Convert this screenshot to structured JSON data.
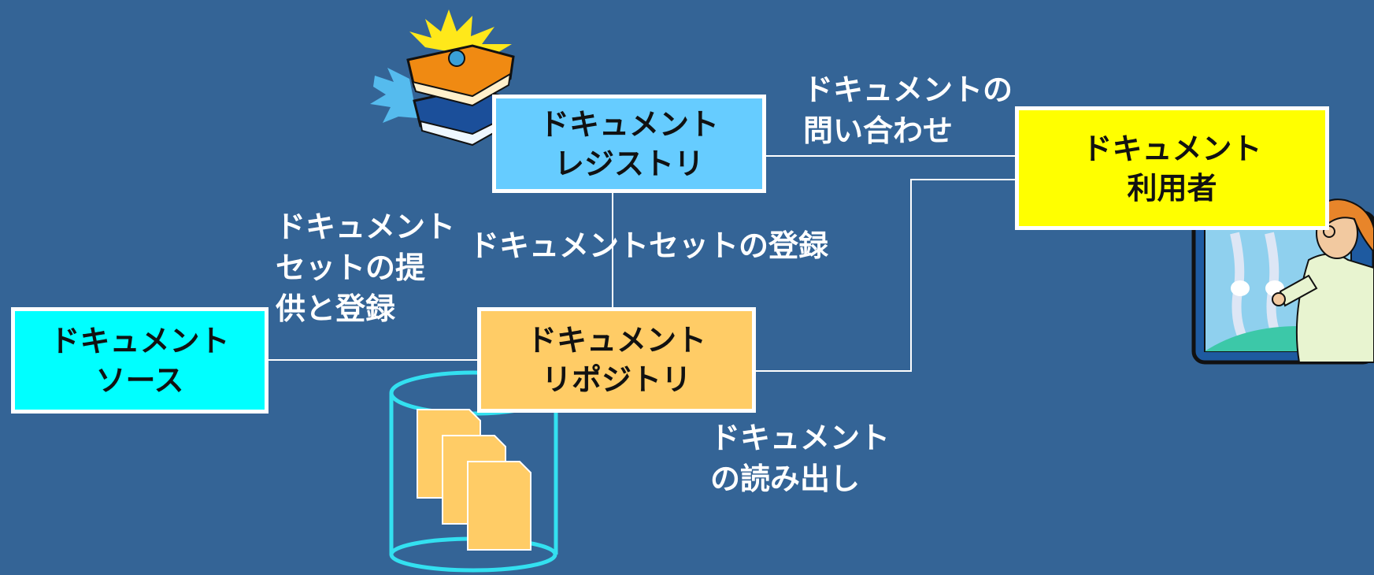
{
  "colors": {
    "background": "#346496",
    "connector": "#ffffff",
    "registry_fill": "#66ccff",
    "consumer_fill": "#ffff00",
    "source_fill": "#00ffff",
    "repository_fill": "#ffcc66",
    "database_outline": "#33e0f0",
    "document_fill": "#ffcc66"
  },
  "icons": {
    "books": "books-icon",
    "consumer": "doctor-viewing-xray-icon",
    "database": "database-icon",
    "documents": "document-stack-icon"
  },
  "nodes": {
    "registry": "ドキュメント\nレジストリ",
    "consumer": "ドキュメント\n利用者",
    "source": "ドキュメント\nソース",
    "repository": "ドキュメント\nリポジトリ"
  },
  "edges": {
    "query": "ドキュメントの\n問い合わせ",
    "register_set": "ドキュメントセットの登録",
    "provide_register": "ドキュメント\nセットの提\n供と登録",
    "retrieve": "ドキュメント\nの読み出し"
  }
}
